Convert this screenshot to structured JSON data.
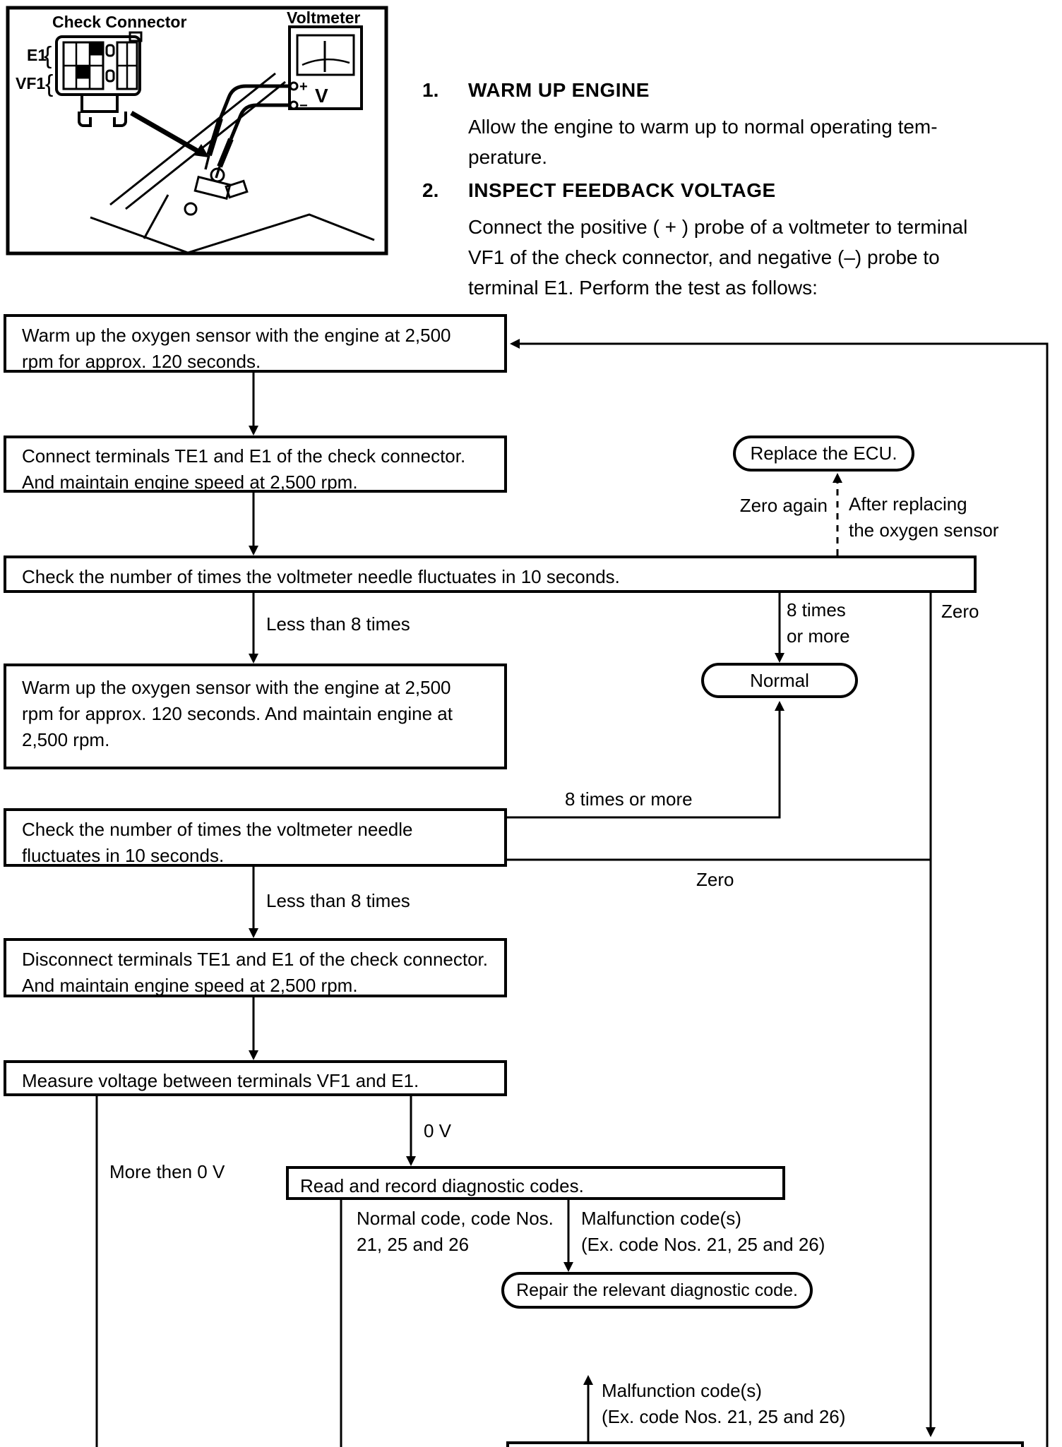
{
  "illustration": {
    "check_connector_label": "Check Connector",
    "voltmeter_label": "Voltmeter",
    "pin_e1": "E1",
    "pin_vf1": "VF1",
    "brace": "{",
    "meter_v": "V",
    "plus": "+",
    "minus": "−"
  },
  "instructions": [
    {
      "num": "1.",
      "title": "WARM UP ENGINE",
      "body": "Allow the engine to warm up to normal operating tem-\nperature."
    },
    {
      "num": "2.",
      "title": "INSPECT FEEDBACK VOLTAGE",
      "body": "Connect the positive ( + ) probe of a voltmeter to terminal\nVF1 of the check connector, and negative (–) probe to\nterminal E1. Perform the test as follows:"
    }
  ],
  "flowchart": {
    "boxes": {
      "warmup1": "Warm up the oxygen sensor with the engine at 2,500\nrpm for approx. 120 seconds.",
      "connect": "Connect terminals TE1 and E1 of the check connector.\nAnd maintain engine speed at 2,500 rpm.",
      "check1": "Check the number of times the voltmeter needle fluctuates in 10 seconds.",
      "warmup2": "Warm up the oxygen sensor with the engine at 2,500\nrpm for approx. 120 seconds. And maintain engine at\n2,500 rpm.",
      "check2": "Check the number of times the voltmeter needle\nfluctuates in 10 seconds.",
      "disconnect": "Disconnect terminals TE1 and E1 of the check connector.\nAnd maintain engine speed at 2,500 rpm.",
      "measure": "Measure voltage between terminals VF1 and E1.",
      "read_codes": "Read and record diagnostic codes."
    },
    "terminals": {
      "replace_ecu": "Replace the ECU.",
      "normal": "Normal",
      "repair": "Repair the relevant diagnostic code."
    },
    "labels": {
      "zero_again": "Zero again",
      "after_replacing": "After replacing\nthe oxygen sensor",
      "less_than_8_a": "Less than 8 times",
      "eight_times_stacked": "8 times\nor more",
      "zero_top": "Zero",
      "eight_times_inline": "8 times or more",
      "zero_mid": "Zero",
      "less_than_8_b": "Less than 8 times",
      "more_then_0v": "More then 0 V",
      "zero_v": "0 V",
      "normal_code": "Normal code, code Nos.\n21, 25 and 26",
      "malfunction_top": "Malfunction code(s)\n(Ex. code Nos. 21, 25 and 26)",
      "malfunction_bottom": "Malfunction code(s)\n(Ex. code Nos. 21, 25 and 26)"
    }
  }
}
